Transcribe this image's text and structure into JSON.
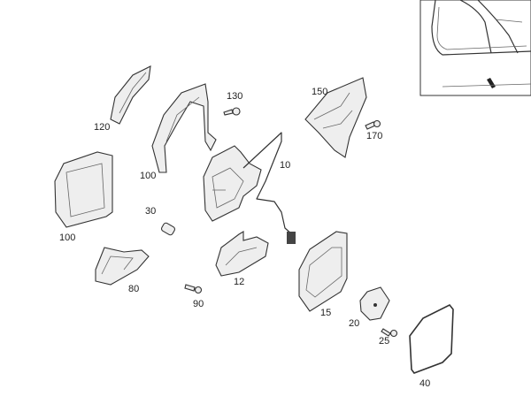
{
  "diagram": {
    "part_labels": [
      "120",
      "130",
      "150",
      "100",
      "10",
      "170",
      "30",
      "100",
      "80",
      "12",
      "90",
      "15",
      "20",
      "25",
      "40"
    ]
  }
}
